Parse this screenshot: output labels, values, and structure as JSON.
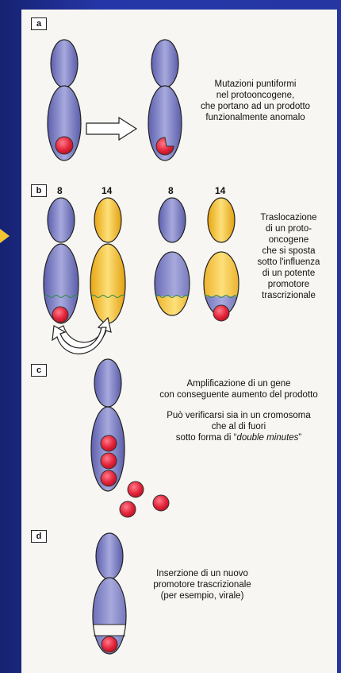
{
  "panels": {
    "a": {
      "tag": "a",
      "text_lines": [
        "Mutazioni puntiformi",
        "nel protooncogene,",
        "che portano ad un prodotto",
        "funzionalmente anomalo"
      ]
    },
    "b": {
      "tag": "b",
      "chrom_labels": [
        "8",
        "14",
        "8",
        "14"
      ],
      "text_lines": [
        "Traslocazione",
        "di un proto-",
        "oncogene",
        "che si sposta",
        "sotto l'influenza",
        "di un potente",
        "promotore",
        "trascrizionale"
      ]
    },
    "c": {
      "tag": "c",
      "text_lines_1": [
        "Amplificazione di un gene",
        "con conseguente aumento del prodotto"
      ],
      "text_lines_2": [
        "Può verificarsi sia in un cromosoma",
        "che al di fuori"
      ],
      "text_line_3_prefix": "sotto forma di “",
      "text_line_3_italic": "double minutes",
      "text_line_3_suffix": "”"
    },
    "d": {
      "tag": "d",
      "text_lines": [
        "Inserzione di un nuovo",
        "promotore trascrizionale",
        "(per esempio, virale)"
      ]
    }
  },
  "colors": {
    "chromosome_blue": "#7d7fc0",
    "chromosome_yellow": "#f5c52a",
    "gene_red": "#e3243a",
    "background_blue": "#2536a3",
    "accent_arrow": "#f4c430"
  }
}
